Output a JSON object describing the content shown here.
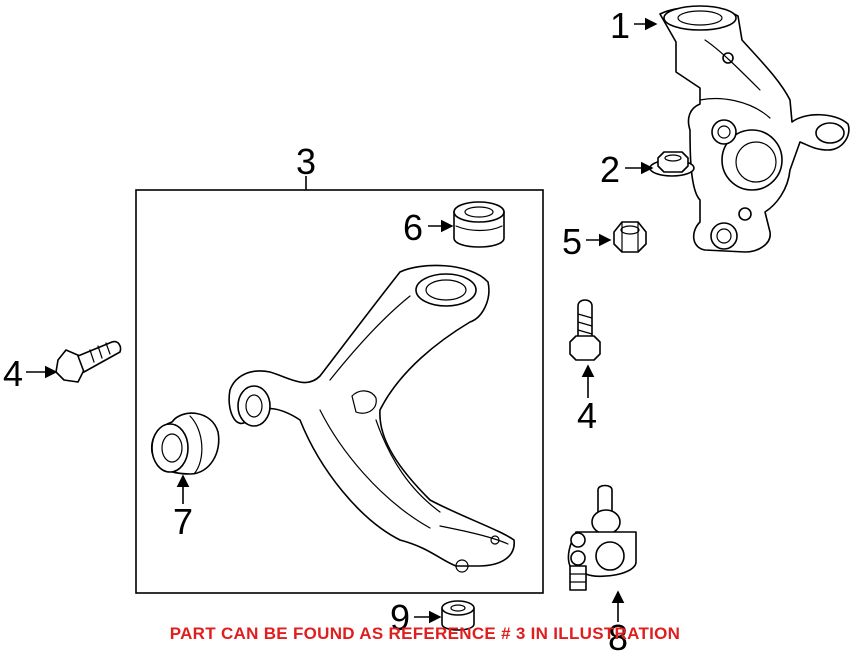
{
  "callouts": {
    "c1": "1",
    "c2": "2",
    "c3": "3",
    "c4a": "4",
    "c4b": "4",
    "c5": "5",
    "c6": "6",
    "c7": "7",
    "c8": "8",
    "c9": "9"
  },
  "footer_note": "PART CAN BE FOUND AS REFERENCE # 3 IN ILLUSTRATION",
  "colors": {
    "line": "#000000",
    "note": "#e01e1e",
    "background": "#ffffff"
  }
}
